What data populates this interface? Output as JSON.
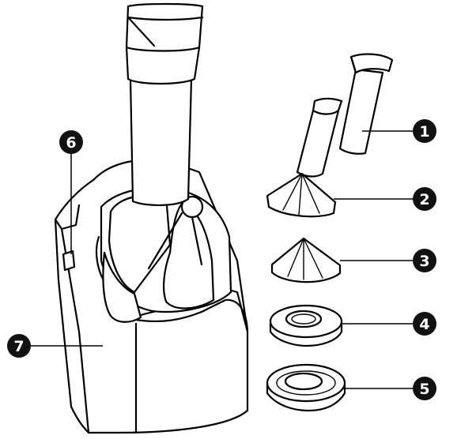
{
  "callouts": [
    {
      "number": "1",
      "part_icon": "pusher-tube-icon"
    },
    {
      "number": "2",
      "part_icon": "chute-cone-icon"
    },
    {
      "number": "3",
      "part_icon": "blade-cone-icon"
    },
    {
      "number": "4",
      "part_icon": "small-ring-icon"
    },
    {
      "number": "5",
      "part_icon": "large-ring-icon"
    },
    {
      "number": "6",
      "part_icon": "switch-icon"
    },
    {
      "number": "7",
      "part_icon": "machine-base-icon"
    }
  ],
  "colors": {
    "line": "#000000",
    "badge": "#111111",
    "background": "#ffffff"
  }
}
